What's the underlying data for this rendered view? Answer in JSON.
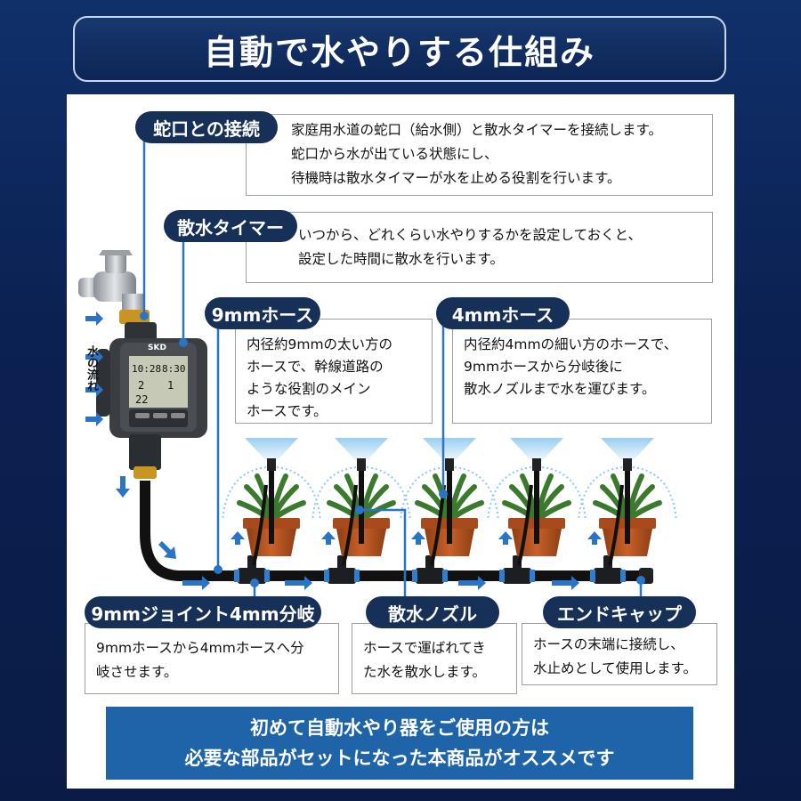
{
  "title": "自動で水やりする仕組み",
  "callouts": {
    "faucet": {
      "label": "蛇口との接続",
      "lines": [
        "家庭用水道の蛇口（給水側）と散水タイマーを接続します。",
        "蛇口から水が出ている状態にし、",
        "待機時は散水タイマーが水を止める役割を行います。"
      ]
    },
    "timer": {
      "label": "散水タイマー",
      "lines": [
        "いつから、どれくらい水やりするかを設定しておくと、",
        "設定した時間に散水を行います。"
      ]
    },
    "hose9": {
      "label": "9mmホース",
      "lines": [
        "内径約9mmの太い方の",
        "ホースで、幹線道路の",
        "ような役割のメイン",
        "ホースです。"
      ]
    },
    "hose4": {
      "label": "4mmホース",
      "lines": [
        "内径約4mmの細い方のホースで、",
        "9mmホースから分岐後に",
        "散水ノズルまで水を運びます。"
      ]
    },
    "joint": {
      "label": "9mmジョイント4mm分岐",
      "lines": [
        "9mmホースから4mmホースへ分",
        "岐させます。"
      ]
    },
    "nozzle": {
      "label": "散水ノズル",
      "lines": [
        "ホースで運ばれてき",
        "た水を散水します。"
      ]
    },
    "endcap": {
      "label": "エンドキャップ",
      "lines": [
        "ホースの末端に接続し、",
        "水止めとして使用します。"
      ]
    }
  },
  "flow_label": "水の流れ",
  "timer_device": {
    "brand": "SKD",
    "time_left": "10:28",
    "time_right": "8:30",
    "day_value": "2",
    "hour_value": "1",
    "bottom_value": "22"
  },
  "ellipsis": "…",
  "cta": [
    "初めて自動水やり器をご使用の方は",
    "必要な部品がセットになった本商品がオススメです"
  ],
  "colors": {
    "navy": "#173058",
    "accent": "#1f64a8",
    "arrow": "#2a74c8",
    "pot": "#b7521f",
    "plant": "#3b7a2e",
    "mist": "#8ec9ef"
  },
  "pots_count": 5
}
